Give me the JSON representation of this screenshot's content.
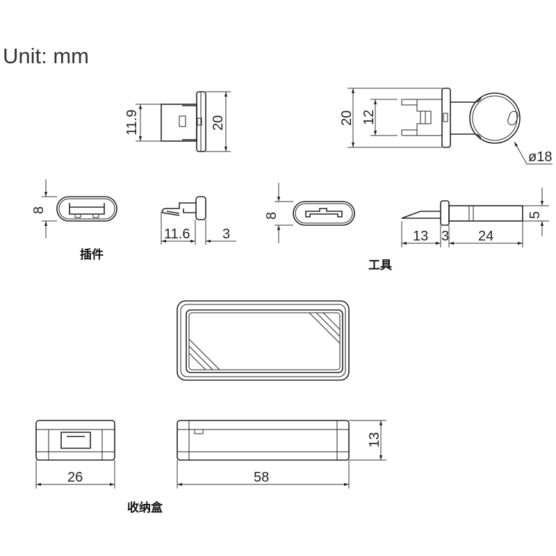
{
  "title": "Unit:  mm",
  "labels": {
    "plug": "插件",
    "tool": "工具",
    "box": "收纳盒"
  },
  "plug": {
    "dim_insert_height": "11.9",
    "dim_flange_height": "20",
    "dim_front_height": "8",
    "dim_length": "11.6",
    "dim_flange_thickness": "3"
  },
  "tool": {
    "dim_flange_height": "20",
    "dim_prong_span": "12",
    "dim_ring_diameter": "ø18",
    "dim_front_height": "8",
    "dim_needle_length": "13",
    "dim_flange_thickness": "3",
    "dim_handle_length": "24",
    "dim_handle_height": "5"
  },
  "box": {
    "dim_width": "26",
    "dim_length": "58",
    "dim_height": "13"
  }
}
